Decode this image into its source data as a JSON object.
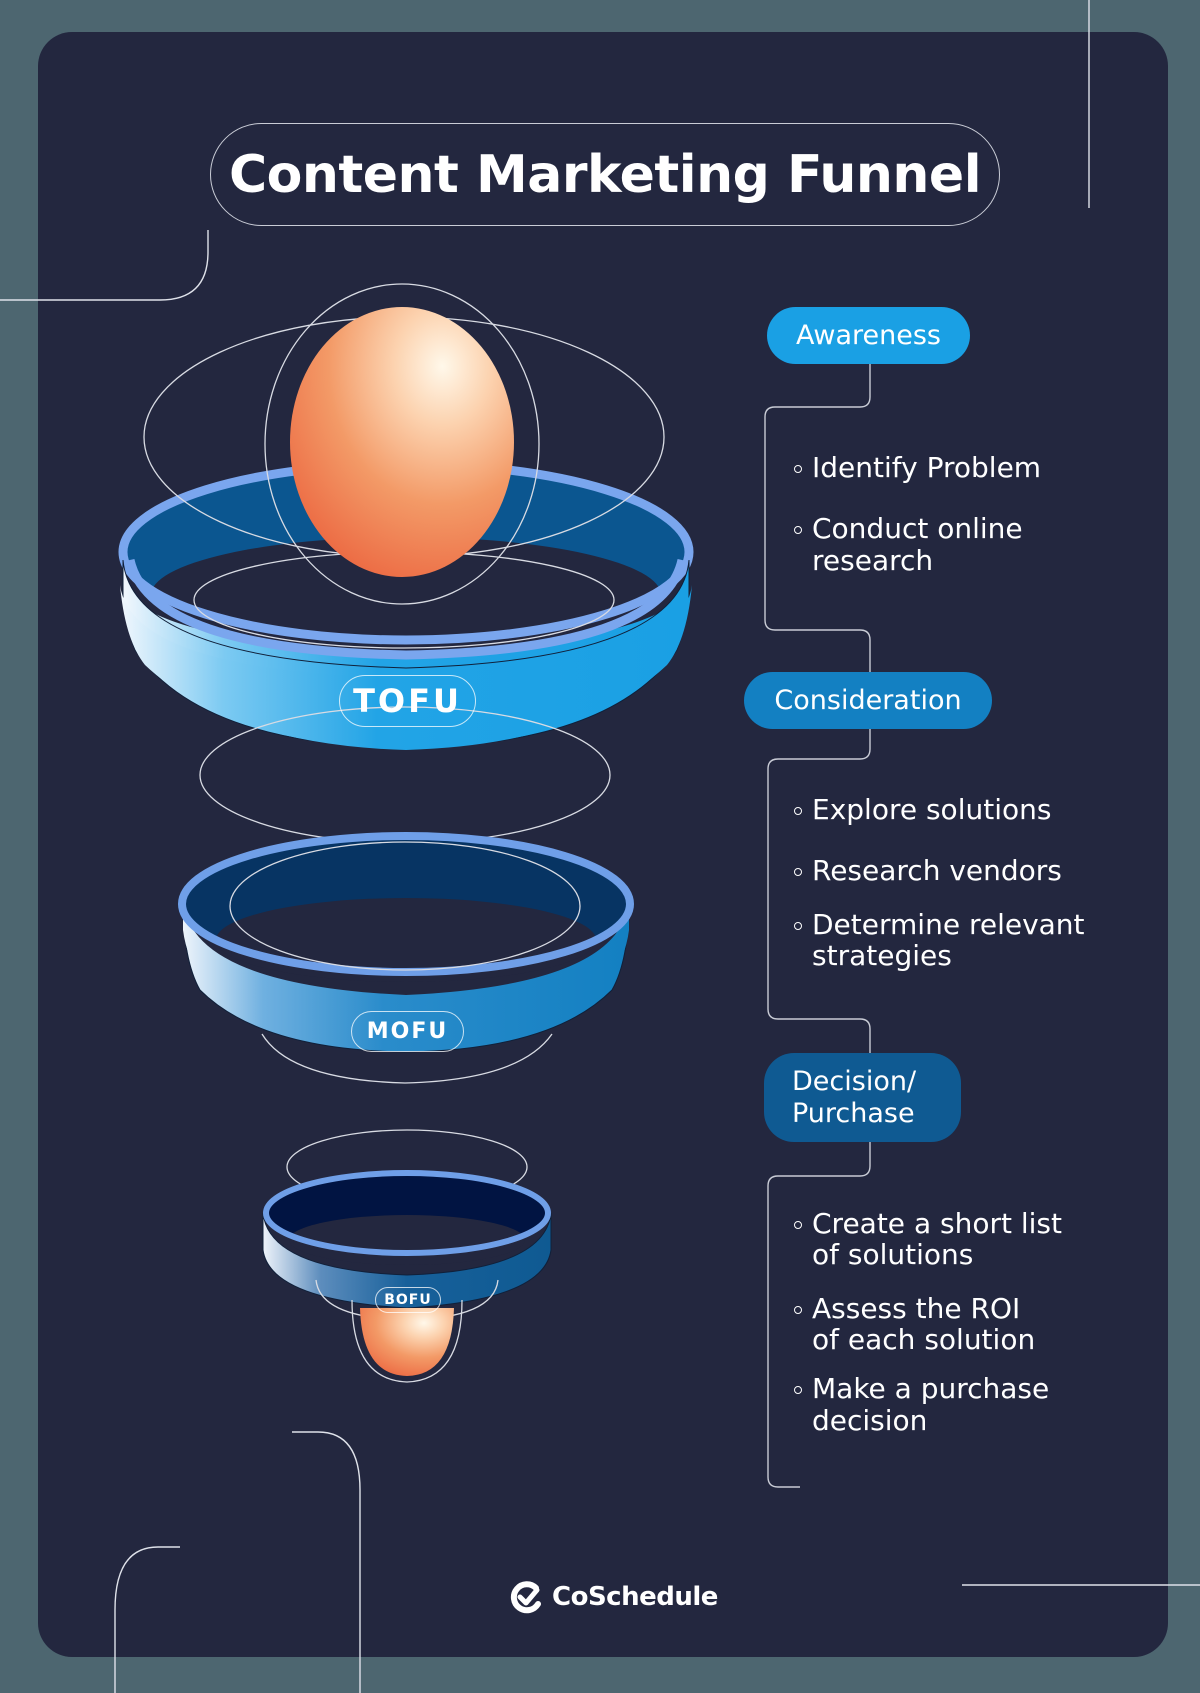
{
  "title": "Content Marketing Funnel",
  "funnel": {
    "levels": [
      {
        "label": "TOFU",
        "color": "#1aa0e4"
      },
      {
        "label": "MOFU",
        "color": "#1380c2"
      },
      {
        "label": "BOFU",
        "color": "#0f5a92"
      }
    ],
    "ball_color": "#f07a4a"
  },
  "stages": [
    {
      "label": "Awareness",
      "color": "#1aa0e4",
      "items": [
        "Identify Problem",
        "Conduct online research"
      ]
    },
    {
      "label": "Consideration",
      "color": "#1380c2",
      "items": [
        "Explore solutions",
        "Research vendors",
        "Determine relevant strategies"
      ]
    },
    {
      "label_line1": "Decision/",
      "label_line2": "Purchase",
      "color": "#0f5a92",
      "items": [
        "Create a short list of solutions",
        "Assess the ROI of each solution",
        "Make a purchase decision"
      ]
    }
  ],
  "brand": {
    "name": "CoSchedule",
    "icon": "check-circle-icon"
  },
  "colors": {
    "background": "#23273f",
    "outer": "#4d6670",
    "line": "#c9ccd6"
  }
}
